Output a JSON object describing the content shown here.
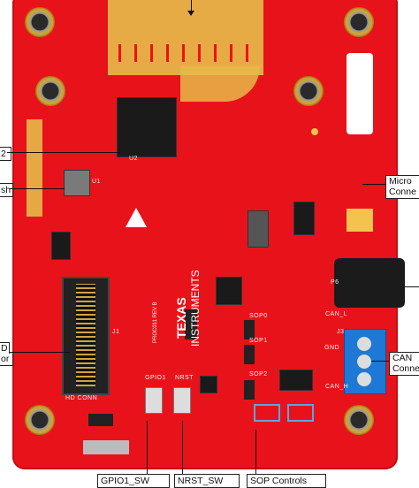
{
  "labels": {
    "top": "",
    "u2_left": "2",
    "flash_left": "sh",
    "hd_left_1": "D",
    "hd_left_2": "or",
    "micro_1": "Micro",
    "micro_2": "Conne",
    "can_1": "CAN",
    "can_2": "Conne",
    "gpio1": "GPIO1_SW",
    "nrst": "NRST_SW",
    "sop": "SOP Controls"
  },
  "silkscreen": {
    "brand_1": "TEXAS",
    "brand_2": "INSTRUMENTS",
    "board_id": "PROC011 REV B",
    "conn": "HD CONN",
    "j1": "J1",
    "j3": "J3",
    "u2": "U2",
    "u1": "U1",
    "p6": "P6",
    "gpio": "GPIO1",
    "nrst": "NRST",
    "sop0": "SOP0",
    "sop1": "SOP1",
    "sop2": "SOP2",
    "gnd": "GND",
    "canl": "CAN_L",
    "canh": "CAN_H"
  },
  "colors": {
    "board": "#e8131a",
    "gold": "#e6b84a",
    "terminal": "#1e78d6"
  }
}
